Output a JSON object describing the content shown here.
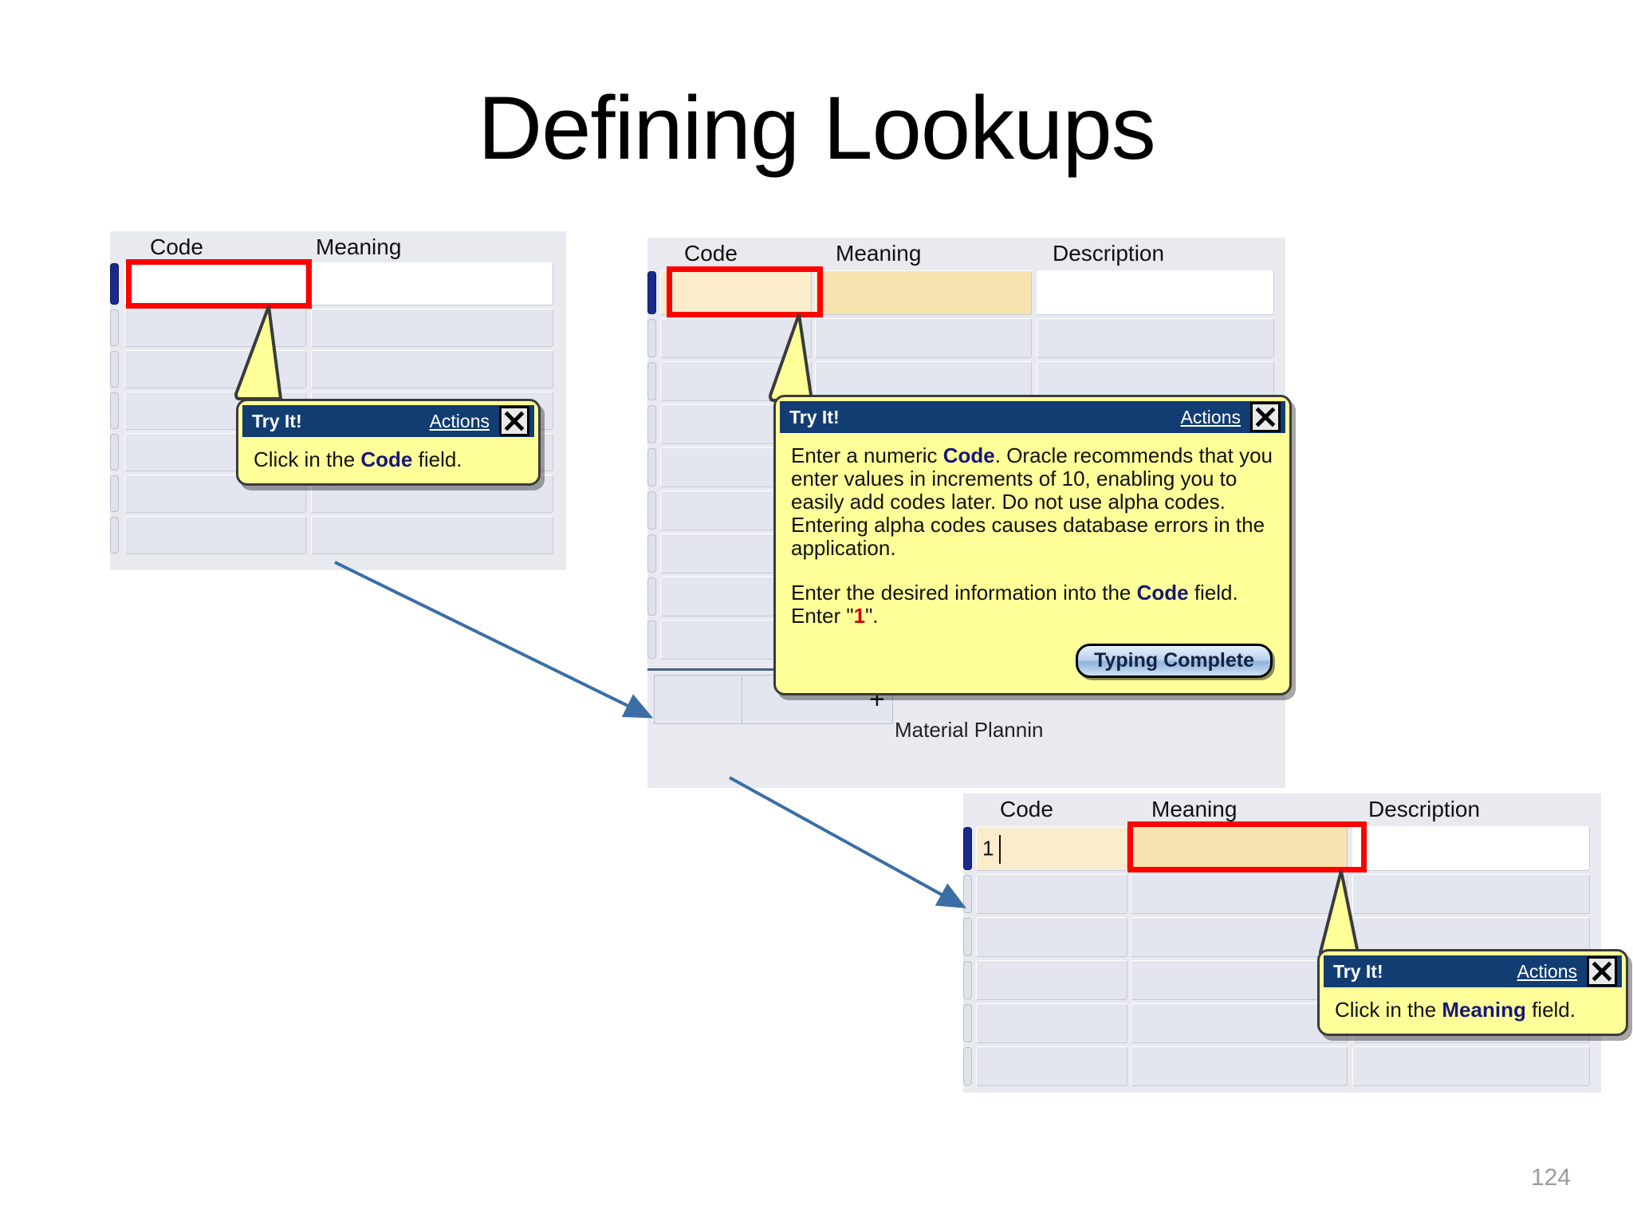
{
  "slide": {
    "title": "Defining Lookups",
    "page_number": "124"
  },
  "panel1": {
    "name": "lookups-form-step-1",
    "columns": [
      "Code",
      "Meaning"
    ],
    "rows": [
      {
        "code": "",
        "meaning": "",
        "current": true
      }
    ],
    "highlight": "Code",
    "balloon": {
      "title": "Try It!",
      "actions_label": "Actions",
      "close_label": "X",
      "body_prefix": "Click in the ",
      "body_bold": "Code",
      "body_suffix": " field."
    }
  },
  "panel2": {
    "name": "lookups-form-step-2",
    "columns": [
      "Code",
      "Meaning",
      "Description"
    ],
    "rows": [
      {
        "code": "",
        "meaning": "",
        "description": "",
        "current": true
      }
    ],
    "highlight": "Code",
    "plus_sign": "+",
    "cut_label": "Material Plannin",
    "balloon": {
      "title": "Try It!",
      "actions_label": "Actions",
      "close_label": "X",
      "para1_a": "Enter a numeric ",
      "para1_bold": "Code",
      "para1_b": ". Oracle recommends that you enter values in increments of 10, enabling you to easily add codes later. Do not use alpha codes. Entering alpha codes causes database errors in the application.",
      "para2_a": "Enter the desired information into the ",
      "para2_bold": "Code",
      "para2_b": " field. Enter \"",
      "para2_value": "1",
      "para2_c": "\".",
      "button_label": "Typing Complete"
    }
  },
  "panel3": {
    "name": "lookups-form-step-3",
    "columns": [
      "Code",
      "Meaning",
      "Description"
    ],
    "rows": [
      {
        "code": "1",
        "meaning": "",
        "description": "",
        "current": true
      }
    ],
    "highlight": "Meaning",
    "balloon": {
      "title": "Try It!",
      "actions_label": "Actions",
      "close_label": "X",
      "body_prefix": "Click in the ",
      "body_bold": "Meaning",
      "body_suffix": " field."
    }
  },
  "colors": {
    "balloon_bg": "#ffff99",
    "balloon_titlebar": "#123d72",
    "highlight_red": "#ff0000",
    "active_field": "#f7e2b0",
    "record_indicator": "#1b2a8a",
    "arrow_blue": "#3a6ea5"
  }
}
